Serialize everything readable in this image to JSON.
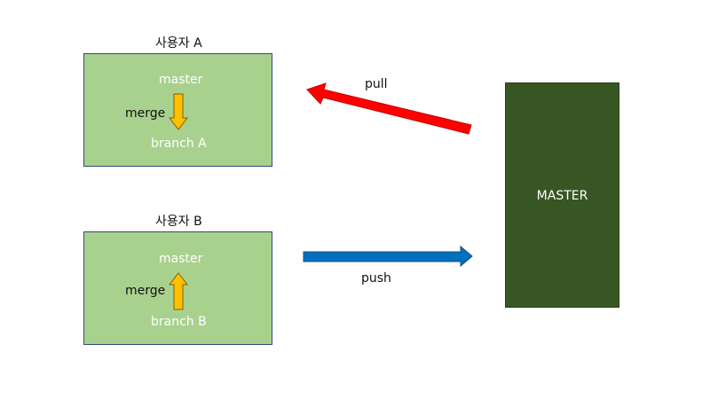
{
  "users": [
    {
      "title": "사용자 A",
      "top_branch": "master",
      "merge_label": "merge",
      "bottom_branch": "branch A",
      "merge_direction": "down"
    },
    {
      "title": "사용자 B",
      "top_branch": "master",
      "merge_label": "merge",
      "bottom_branch": "branch B",
      "merge_direction": "up"
    }
  ],
  "remote": {
    "label": "MASTER"
  },
  "flows": {
    "pull_label": "pull",
    "push_label": "push"
  },
  "colors": {
    "user_box_fill": "#a9d18e",
    "remote_box_fill": "#375623",
    "pull_arrow": "#ff0000",
    "push_arrow": "#0070c0",
    "merge_arrow": "#ffc000"
  }
}
